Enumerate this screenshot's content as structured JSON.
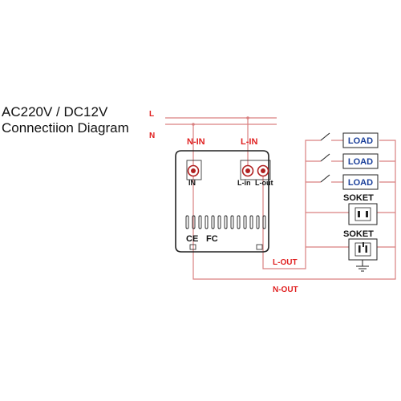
{
  "title": {
    "line1": "AC220V / DC12V",
    "line2": "Connectiion Diagram"
  },
  "wires": {
    "l": "L",
    "n": "N",
    "n_in": "N-IN",
    "l_in": "L-IN",
    "l_out": "L-OUT",
    "n_out": "N-OUT"
  },
  "terminals": {
    "in": "IN",
    "l_in": "L-in",
    "l_out": "L-out"
  },
  "marks": {
    "ce": "CE",
    "fc": "FC"
  },
  "loads": [
    "LOAD",
    "LOAD",
    "LOAD"
  ],
  "sockets": [
    "SOKET",
    "SOKET"
  ],
  "colors": {
    "wire": "#d97a7a",
    "label_red": "#e02020",
    "load_text": "#1a3f9a",
    "line": "#222222"
  }
}
